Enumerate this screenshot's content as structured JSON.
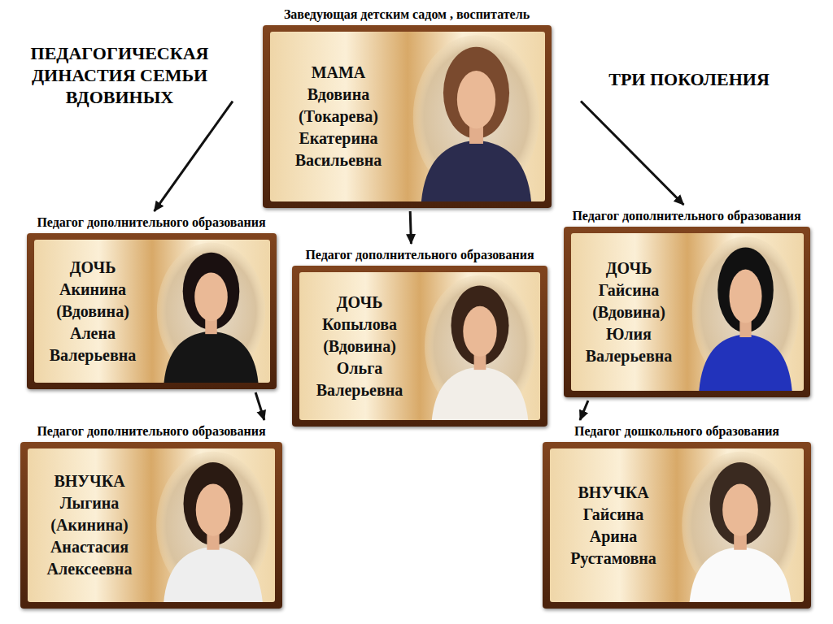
{
  "diagram": {
    "title": "ПЕДАГОГИЧЕСКАЯ ДИНАСТИЯ СЕМЬИ ВДОВИНЫХ",
    "nodes": [
      {
        "text": [
          "Заведующая детским садом , воспитатель",
          "МАМА Вдовина (Токарева) Екатерина Васильевна"
        ]
      },
      {
        "text": [
          "Педагог дополнительного образования",
          "ДОЧЬ Акинина (Вдовина) Алена Валерьевна"
        ]
      },
      {
        "text": [
          "Педагог дополнительного образования",
          "ДОЧЬ Копылова (Вдовина) Ольга Валерьевна"
        ]
      },
      {
        "text": [
          "Педагог дополнительного образования",
          "ДОЧЬ Гайсина (Вдовина) Юлия Валерьевна"
        ]
      },
      {
        "text": [
          "Педагог дополнительного образования",
          "ВНУЧКА Лыгина (Акинина) Анастасия Алексеевна"
        ]
      },
      {
        "text": [
          "Педагог дошкольного образования",
          "ВНУЧКА Гайсина Арина Рустамовна"
        ]
      }
    ],
    "edges": [
      {
        "from": 0,
        "to": 1,
        "arrow": "to"
      },
      {
        "from": 0,
        "to": 2,
        "arrow": "to"
      },
      {
        "from": 0,
        "to": 3,
        "arrow": "to"
      },
      {
        "from": 1,
        "to": 4,
        "arrow": "to"
      },
      {
        "from": 3,
        "to": 5,
        "arrow": "to"
      }
    ],
    "labels": [
      "ТРИ ПОКОЛЕНИЯ"
    ]
  }
}
